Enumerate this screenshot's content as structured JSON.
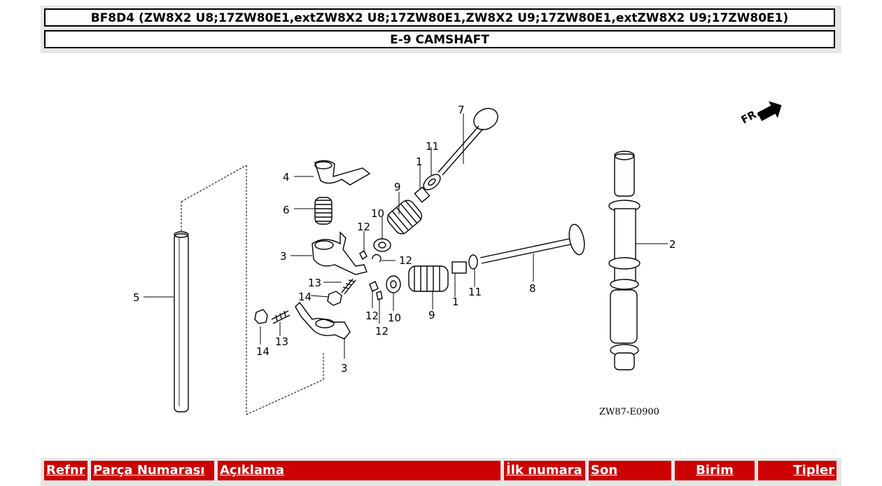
{
  "header": {
    "model": "BF8D4 (ZW8X2 U8;17ZW80E1,extZW8X2 U8;17ZW80E1,ZW8X2 U9;17ZW80E1,extZW8X2 U9;17ZW80E1)",
    "section": "E-9 CAMSHAFT"
  },
  "diagram": {
    "code": "ZW87-E0900",
    "front_label": "FR.",
    "callouts": [
      "7",
      "11",
      "1",
      "9",
      "4",
      "6",
      "10",
      "12",
      "12",
      "3",
      "13",
      "14",
      "5",
      "14",
      "13",
      "3",
      "12",
      "12",
      "10",
      "9",
      "1",
      "11",
      "8",
      "2"
    ]
  },
  "table": {
    "columns": [
      "Refnr",
      "Parça Numarası",
      "Açıklama",
      "İlk numara",
      "Son",
      "Birim",
      "Tipler"
    ]
  },
  "colors": {
    "header_red": "#cc0000",
    "panel_gray": "#e6e6e6"
  }
}
